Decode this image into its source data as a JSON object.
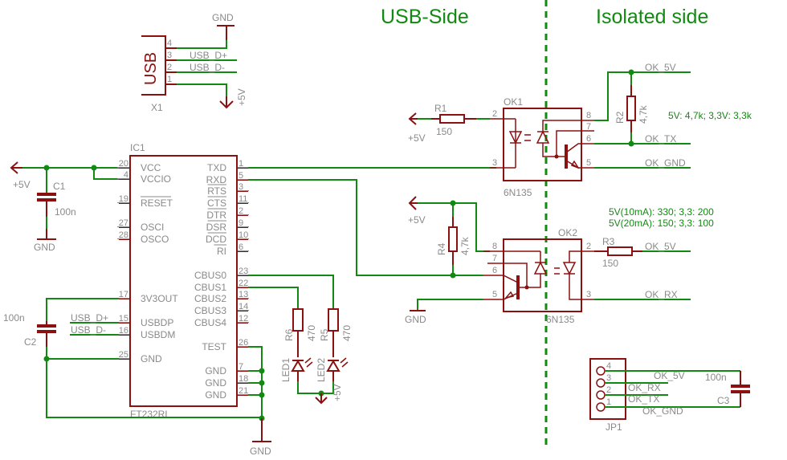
{
  "headings": {
    "usb_side": "USB-Side",
    "isolated_side": "Isolated side"
  },
  "colors": {
    "wire": "#128a12",
    "part": "#8b1010",
    "label": "#8a8a8a",
    "note": "#128a12"
  },
  "x1": {
    "name": "X1",
    "body_label": "USB",
    "pins": [
      "4",
      "3",
      "2",
      "1"
    ],
    "nets": {
      "d_plus": "USB_D+",
      "d_minus": "USB_D-",
      "gnd": "GND",
      "vcc": "+5V"
    }
  },
  "ic1": {
    "name": "IC1",
    "value": "FT232RL",
    "left_pins": [
      {
        "num": "20",
        "name": "VCC"
      },
      {
        "num": "4",
        "name": "VCCIO"
      },
      {
        "num": "19",
        "name": "RESET"
      },
      {
        "num": "27",
        "name": "OSCI"
      },
      {
        "num": "28",
        "name": "OSCO"
      },
      {
        "num": "17",
        "name": "3V3OUT"
      },
      {
        "num": "15",
        "name": "USBDP"
      },
      {
        "num": "16",
        "name": "USBDM"
      },
      {
        "num": "25",
        "name": "GND"
      }
    ],
    "right_pins": [
      {
        "num": "1",
        "name": "TXD"
      },
      {
        "num": "5",
        "name": "RXD"
      },
      {
        "num": "3",
        "name": "RTS"
      },
      {
        "num": "11",
        "name": "CTS"
      },
      {
        "num": "2",
        "name": "DTR"
      },
      {
        "num": "9",
        "name": "DSR"
      },
      {
        "num": "10",
        "name": "DCD"
      },
      {
        "num": "6",
        "name": "RI"
      },
      {
        "num": "23",
        "name": "CBUS0"
      },
      {
        "num": "22",
        "name": "CBUS1"
      },
      {
        "num": "13",
        "name": "CBUS2"
      },
      {
        "num": "14",
        "name": "CBUS3"
      },
      {
        "num": "12",
        "name": "CBUS4"
      },
      {
        "num": "26",
        "name": "TEST"
      },
      {
        "num": "7",
        "name": "GND"
      },
      {
        "num": "18",
        "name": "GND"
      },
      {
        "num": "21",
        "name": "GND"
      }
    ],
    "left_nets": {
      "d_plus": "USB_D+",
      "d_minus": "USB_D-"
    }
  },
  "c1": {
    "name": "C1",
    "value": "100n"
  },
  "c2": {
    "name": "C2",
    "value": "100n"
  },
  "c3": {
    "name": "C3",
    "value": "100n"
  },
  "r1": {
    "name": "R1",
    "value": "150"
  },
  "r2": {
    "name": "R2",
    "value": "4,7k"
  },
  "r3": {
    "name": "R3",
    "value": "150"
  },
  "r4": {
    "name": "R4",
    "value": "4,7k"
  },
  "r5": {
    "name": "R5",
    "value": "470"
  },
  "r6": {
    "name": "R6",
    "value": "470"
  },
  "led1": {
    "name": "LED1"
  },
  "led2": {
    "name": "LED2"
  },
  "ok1": {
    "name": "OK1",
    "value": "6N135",
    "pins": [
      "2",
      "3",
      "8",
      "7",
      "6",
      "5"
    ]
  },
  "ok2": {
    "name": "OK2",
    "value": "6N135",
    "pins": [
      "8",
      "7",
      "6",
      "5",
      "2",
      "3"
    ]
  },
  "jp1": {
    "name": "JP1",
    "pins": [
      "4",
      "3",
      "2",
      "1"
    ]
  },
  "supplies": {
    "vcc": "+5V",
    "gnd": "GND"
  },
  "nets": {
    "ok_5v": "OK_5V",
    "ok_tx": "OK_TX",
    "ok_gnd": "OK_GND",
    "ok_rx": "OK_RX"
  },
  "notes": {
    "r2_note": "5V: 4,7k; 3,3V: 3,3k",
    "r3_note_1": "5V(10mA): 330; 3,3: 200",
    "r3_note_2": "5V(20mA): 150; 3,3: 100"
  }
}
